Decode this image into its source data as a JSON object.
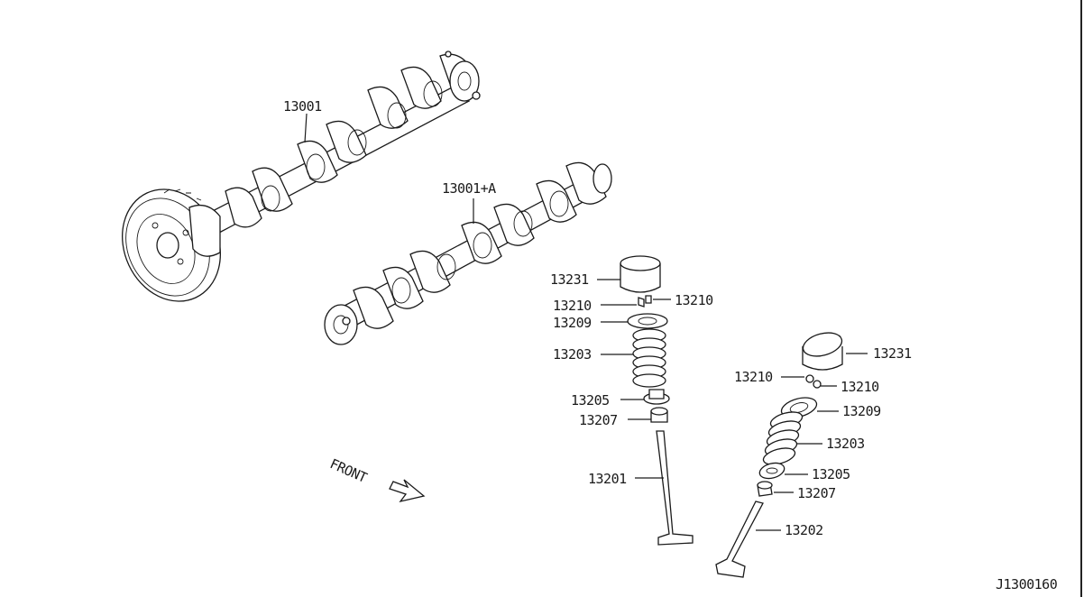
{
  "labels": {
    "cam_exhaust": "13001",
    "cam_intake": "13001+A",
    "lifter_l": "13231",
    "collet_l_left": "13210",
    "collet_l_right": "13210",
    "retainer_l": "13209",
    "spring_l": "13203",
    "seat_l": "13205",
    "seal_l": "13207",
    "valve_l": "13201",
    "lifter_r": "13231",
    "collet_r_left": "13210",
    "collet_r_right": "13210",
    "retainer_r": "13209",
    "spring_r": "13203",
    "seat_r": "13205",
    "seal_r": "13207",
    "valve_r": "13202",
    "front": "FRONT",
    "diagram_id": "J1300160"
  },
  "colors": {
    "line": "#1a1a1a",
    "background": "#ffffff"
  }
}
